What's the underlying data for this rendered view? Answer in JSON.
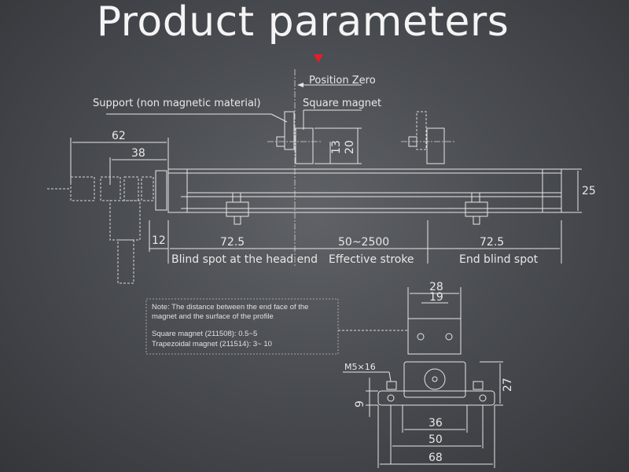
{
  "title": "Product parameters",
  "accent_color": "#e0202a",
  "labels": {
    "position_zero": "Position Zero",
    "support": "Support (non magnetic material)",
    "square_magnet": "Square magnet",
    "blind_head": "Blind spot at the head end",
    "effective_stroke": "Effective stroke",
    "end_blind": "End blind spot"
  },
  "dimensions": {
    "d62": "62",
    "d38": "38",
    "d13": "13",
    "d20": "20",
    "d25": "25",
    "d12": "12",
    "d72a": "72.5",
    "stroke": "50~2500",
    "d72b": "72.5",
    "d28": "28",
    "d19": "19",
    "m5": "M5×16",
    "d9": "9",
    "d27": "27",
    "d36": "36",
    "d50": "50",
    "d68": "68"
  },
  "note": {
    "line1": "Note: The distance between the end face of the",
    "line2": "magnet and the surface of the profile",
    "line3": "Square magnet (211508): 0.5~5",
    "line4": "Trapezoidal magnet (211514): 3~ 10"
  }
}
